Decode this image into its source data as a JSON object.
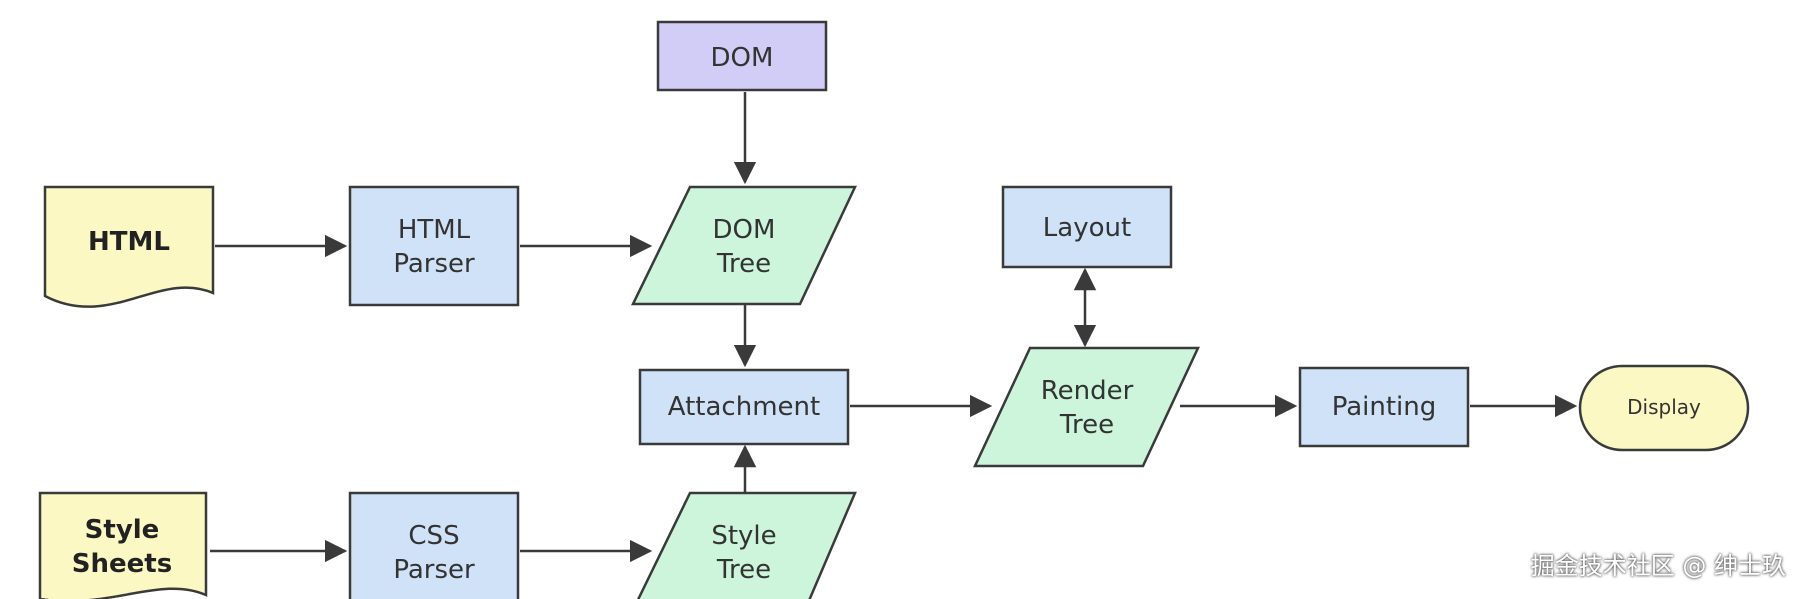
{
  "nodes": {
    "dom": {
      "label": "DOM"
    },
    "html_doc": {
      "label": "HTML"
    },
    "html_parser": {
      "line1": "HTML",
      "line2": "Parser"
    },
    "dom_tree": {
      "line1": "DOM",
      "line2": "Tree"
    },
    "layout": {
      "label": "Layout"
    },
    "attachment": {
      "label": "Attachment"
    },
    "render_tree": {
      "line1": "Render",
      "line2": "Tree"
    },
    "painting": {
      "label": "Painting"
    },
    "display": {
      "label": "Display"
    },
    "style_sheets": {
      "line1": "Style",
      "line2": "Sheets"
    },
    "css_parser": {
      "line1": "CSS",
      "line2": "Parser"
    },
    "style_tree": {
      "line1": "Style",
      "line2": "Tree"
    }
  },
  "watermark": "掘金技术社区 @ 绅士玖",
  "colors": {
    "process_fill": "#cfe2f7",
    "tree_fill": "#ccf5dc",
    "document_fill": "#fbf8c3",
    "dom_fill": "#d2cdf7",
    "display_fill": "#fbf8c3",
    "stroke": "#3a3a3a"
  }
}
